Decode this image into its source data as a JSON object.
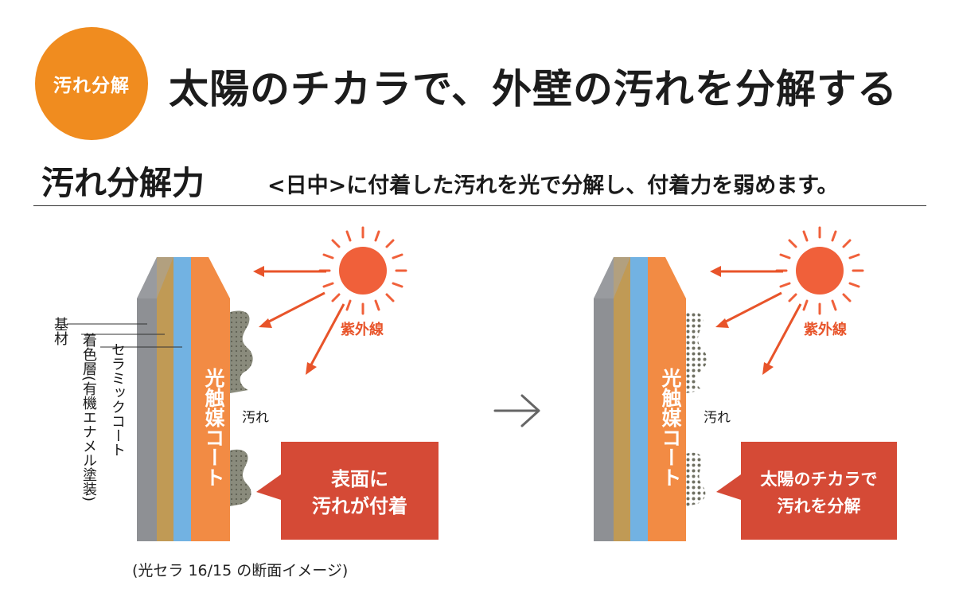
{
  "badge": {
    "label": "汚れ分解"
  },
  "title": "太陽のチカラで、外壁の汚れを分解する",
  "section": {
    "title": "汚れ分解力",
    "description": "<日中>に付着した汚れを光で分解し、付着力を弱めます。"
  },
  "left_panel": {
    "layers": {
      "base": "基材",
      "color": "着色層(有機エナメル塗装)",
      "ceramic": "セラミックコート",
      "photocatalyst": "光触媒コート"
    },
    "uv_label": "紫外線",
    "dirt_label": "汚れ",
    "callout": [
      "表面に",
      "汚れが付着"
    ]
  },
  "right_panel": {
    "photocatalyst": "光触媒コート",
    "uv_label": "紫外線",
    "dirt_label": "汚れ",
    "callout": [
      "太陽のチカラで",
      "汚れを分解"
    ]
  },
  "caption": "(光セラ 16/15 の断面イメージ)",
  "colors": {
    "badge": "#f08c1f",
    "base": "#8e9094",
    "color_layer": "#c09a55",
    "ceramic": "#72b2e2",
    "photocatalyst": "#f28b44",
    "sun": "#f0603a",
    "arrow": "#e8542a",
    "dirt": "#7f8070",
    "callout": "#d54a36"
  }
}
